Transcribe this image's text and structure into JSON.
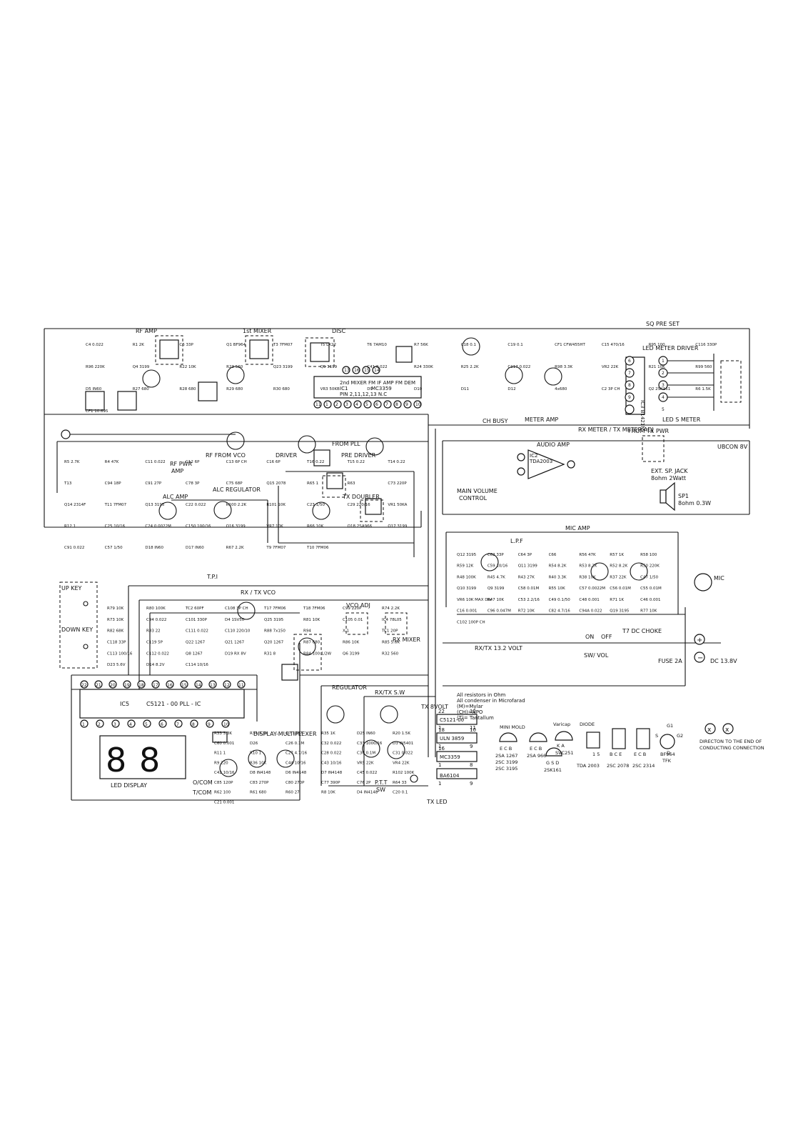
{
  "title": "",
  "blocks": {
    "rf_amp": "RF AMP",
    "mixer1": "1st MIXER",
    "disc": "DISC",
    "sq_preset": "SQ PRE SET",
    "led_meter_driver": "LED METER DRIVER",
    "meter_amp": "METER AMP",
    "rx_meter_adj": "RX METER / TX METER ADJ",
    "led_s_meter": "LED S METER",
    "ubcon": "UBCON 8V",
    "rf_from_vco": "RF FROM VCO",
    "driver": "DRIVER",
    "pre_driver": "PRE DRIVER",
    "from_pll": "FROM PLL",
    "from_tx_pwr": "FROM TX PWR",
    "audio_amp": "AUDIO AMP",
    "main_volume": "MAIN VOLUME",
    "control": "CONTROL",
    "ext_sp_jack": "EXT. SP. JACK",
    "ext_sp_spec": "8ohm 2Watt",
    "sp1": "SP1",
    "sp1_spec": "8ohm 0.3W",
    "rf_pwr_amp": "RF PWR",
    "rf_pwr_amp2": "AMP",
    "alc_amp": "ALC AMP",
    "alc_regulator": "ALC REGULATOR",
    "tx_doubler": "TX DOUBLER",
    "mic_amp": "MIC AMP",
    "lpf": "L.P.F",
    "tpi": "T.P.I",
    "rx_tx_vco": "RX / TX VCO",
    "vco_adj": "VCO ADJ",
    "rx_mixer": "RX MIXER",
    "up_key": "UP KEY",
    "down_key": "DOWN KEY",
    "rx_tx_13v": "RX/TX 13.2 VOLT",
    "regulator": "REGULATOR",
    "rx_tx_sw": "RX/TX S.W",
    "tx_8volt": "TX 8VOLT",
    "dc_choke": "T7 DC CHOKE",
    "fuse": "FUSE 2A",
    "dc_in": "DC 13.8V",
    "sw_vol": "SW/ VOL",
    "on": "ON",
    "off": "OFF",
    "mic": "MIC",
    "ptt": "P.T.T",
    "ptt_sw": "SW",
    "display_mux": "DISPLAY-MULTIPLEXER",
    "led_display": "LED DISPLAY",
    "o_com": "O/COM",
    "t_com": "T/COM",
    "ic5": "IC5",
    "ic5_name": "C5121 - 00   PLL - IC",
    "tx_led": "TX LED",
    "ch_busy": "CH BUSY"
  },
  "ic1": {
    "line1": "2nd MIXER FM IF AMP FM DEM",
    "line2": "IC1",
    "line3": "MC3359",
    "line4": "PIN 2,11,12,13  N.C"
  },
  "ic2": {
    "name": "IC2",
    "part": "TDA2003"
  },
  "ic3": {
    "name": "IC3 B1421N"
  },
  "components": [
    "C4 0.022",
    "R1 2K",
    "C6 33P",
    "Q1 BF964",
    "T3 7FM07",
    "T5 LX22",
    "T6 7AM10",
    "R7 56K",
    "C18 0.1",
    "C19 0.1",
    "CF1 CFW455HT",
    "C15 470/16",
    "R95 100",
    "C116 330P",
    "R96 220K",
    "Q4 3199",
    "R22 10K",
    "R23 560",
    "Q23 3199",
    "Q5 3199",
    "C41 0.022",
    "R24 330K",
    "R25 2.2K",
    "C117 0.022",
    "R98 3.3K",
    "VR2 22K",
    "R21 10K",
    "R99 560",
    "D5 IN60",
    "R27 680",
    "R28 680",
    "R29 680",
    "R30 680",
    "VR3 50KB",
    "D9",
    "D10",
    "D11",
    "D12",
    "4x680",
    "C2 3P CH",
    "Q2 2SK161",
    "R6 1.5K",
    "CF1 10.695",
    "R5 2.7K",
    "R4 47K",
    "C11 0.022",
    "C12 6P",
    "C13 6P CH",
    "C16 6P",
    "T16 0.22",
    "T15 0.22",
    "T14 0.22",
    "T13",
    "C94 18P",
    "C91 27P",
    "C78 3P",
    "C75 68P",
    "Q15 2078",
    "R65 1",
    "R63",
    "C73 220P",
    "Q14 2314F",
    "T11 7FM07",
    "Q13 3195",
    "C22 0.022",
    "R100 2.2K",
    "R101 10K",
    "C23 1/50",
    "C29 220/16",
    "VR1 50KA",
    "R12 1",
    "C25 10/16",
    "C24 0.0022M",
    "C150 100/16",
    "Q16 3199",
    "VR7 10K",
    "R66 10K",
    "Q18 2SA966",
    "Q17 3199",
    "C91 0.022",
    "C57 1/50",
    "D18 IN60",
    "D17 IN60",
    "R67 2.2K",
    "T9 7FM07",
    "T10 7FM06",
    "Q12 3195",
    "C62 33P",
    "C64 3P",
    "C66",
    "R56 47K",
    "R57 1K",
    "R58 100",
    "R59 12K",
    "C59 10/16",
    "Q11 3199",
    "R54 8.2K",
    "R53 8.2K",
    "R52 8.2K",
    "R50 220K",
    "R48 100K",
    "R45 4.7K",
    "R43 27K",
    "R40 3.3K",
    "R38 10K",
    "R37 22K",
    "C47 1/50",
    "Q10 3199",
    "Q9 3199",
    "C58 0.01M",
    "R55 10K",
    "C57 0.0022M",
    "C56 0.01M",
    "C55 0.01M",
    "VR6 10K MAX DIV",
    "R47 10K",
    "C53 2.2/16",
    "C49 0.1/50",
    "C48 0.001",
    "R71 1K",
    "C46 0.001",
    "C16 0.001",
    "C96 0.047M",
    "R72 10K",
    "C82 4.7/16",
    "C94A 0.022",
    "Q19 3195",
    "R77 10K",
    "C102 100P CH",
    "R79 10K",
    "R80 100K",
    "TC2 60PF",
    "C108 3P CH",
    "T17 7FM06",
    "T18 7FM06",
    "C99 220P",
    "R74 2.2K",
    "R73 10K",
    "C94 0.022",
    "C101 330P",
    "D4 1SV50",
    "Q25 3195",
    "R81 10K",
    "C105 0.01",
    "IC4 78L05",
    "R82 68K",
    "R83 22",
    "C111 0.022",
    "C110 220/10",
    "R88 7x150",
    "R94",
    "X-1",
    "TC1 20P",
    "C118 33P",
    "C119 5P",
    "Q22 1267",
    "Q21 1267",
    "Q20 1267",
    "R87 680",
    "R86 10K",
    "R85 5.6K",
    "C113 100/16",
    "C112 0.022",
    "Q8 1267",
    "D19 RX 8V",
    "R31 8",
    "R84 100 1/2W",
    "Q6 3199",
    "R32 560",
    "D23 5.6V",
    "D14 8.2V",
    "C114 10/16",
    "R33 3.3K",
    "R34 3.3K",
    "Q7 1267",
    "R35 1K",
    "D25 IN60",
    "R20 1.5K",
    "C60 0.001",
    "D26",
    "C26 0.1M",
    "C32 0.022",
    "C33 1000/16",
    "D3 IN5401",
    "R11 1",
    "R10 1",
    "C27 4.7/16",
    "C28 0.022",
    "C30 0.1M",
    "C31 0.022",
    "R9 220",
    "R36 10K",
    "C44 10/16",
    "C43 10/16",
    "VR5 22K",
    "VR4 22K",
    "C42 10/16",
    "D8 IN4148",
    "D6 IN4148",
    "D7 IN4148",
    "C45 0.022",
    "R102 100K",
    "C85 120P",
    "C83 270P",
    "C80 270P",
    "C77 390P",
    "C76 2P",
    "R64 33",
    "R62 100",
    "R61 680",
    "R60 27",
    "R8 10K",
    "D4 IN4148",
    "C20 0.1",
    "C21 0.001"
  ],
  "pins_ic1": [
    "11",
    "1",
    "2",
    "3",
    "4",
    "5",
    "6",
    "7",
    "8",
    "9",
    "10",
    "13",
    "16",
    "15",
    "14"
  ],
  "pins_ic3": [
    "1",
    "2",
    "3",
    "4",
    "5",
    "6",
    "7",
    "8",
    "9"
  ],
  "pins_ic5": [
    "22",
    "21",
    "20",
    "19",
    "18",
    "17",
    "16",
    "15",
    "14",
    "13",
    "12",
    "11",
    "1",
    "2",
    "3",
    "4",
    "5",
    "6",
    "7",
    "8",
    "9",
    "10"
  ],
  "notes": [
    "All resistors in Ohm",
    "All condenser in Microfarad",
    "(M)=Mylar",
    "(CH)=NPO",
    "(T)= Tantallum"
  ],
  "ic_pinouts": [
    {
      "name": "C5121-00",
      "pins_top": "22",
      "pins_top_r": "12",
      "pins_bot": "1",
      "pins_bot_r": "11"
    },
    {
      "name": "ULN 3859",
      "pins_top": "18",
      "pins_top_r": "10",
      "pins_bot": "1",
      "pins_bot_r": "9"
    },
    {
      "name": "MC3359",
      "pins_top": "16",
      "pins_top_r": "",
      "pins_bot": "1",
      "pins_bot_r": "8"
    },
    {
      "name": "BA6104",
      "pins_top": "",
      "pins_top_r": "",
      "pins_bot": "1",
      "pins_bot_r": "9"
    }
  ],
  "legend": {
    "mini_mold": "MINI MOLD",
    "varicap": "Varicap",
    "diode": "DIODE",
    "ecb1": "E C B",
    "ecb2": "E C B",
    "ka": "K A",
    "gsd": "G S D",
    "t1": "2SA 1267",
    "t2": "2SC 3199",
    "t3": "2SC 3195",
    "t4": "2SA 966",
    "t5": "SVC251",
    "t6": "2SK161",
    "tda": "TDA 2003",
    "c2078": "2SC 2078",
    "c2314": "2SC 2314",
    "pins_tda": "1  5",
    "pins_bce": "B C E",
    "pins_ecb": "E C B",
    "bf964": "BF964",
    "bf964_pkg": "TFK",
    "g1": "G1",
    "g2": "G2",
    "s": "S",
    "d": "D",
    "direction": "DIRECTON TO THE END OF",
    "direction2": "CONDUCTING CONNECTION"
  }
}
